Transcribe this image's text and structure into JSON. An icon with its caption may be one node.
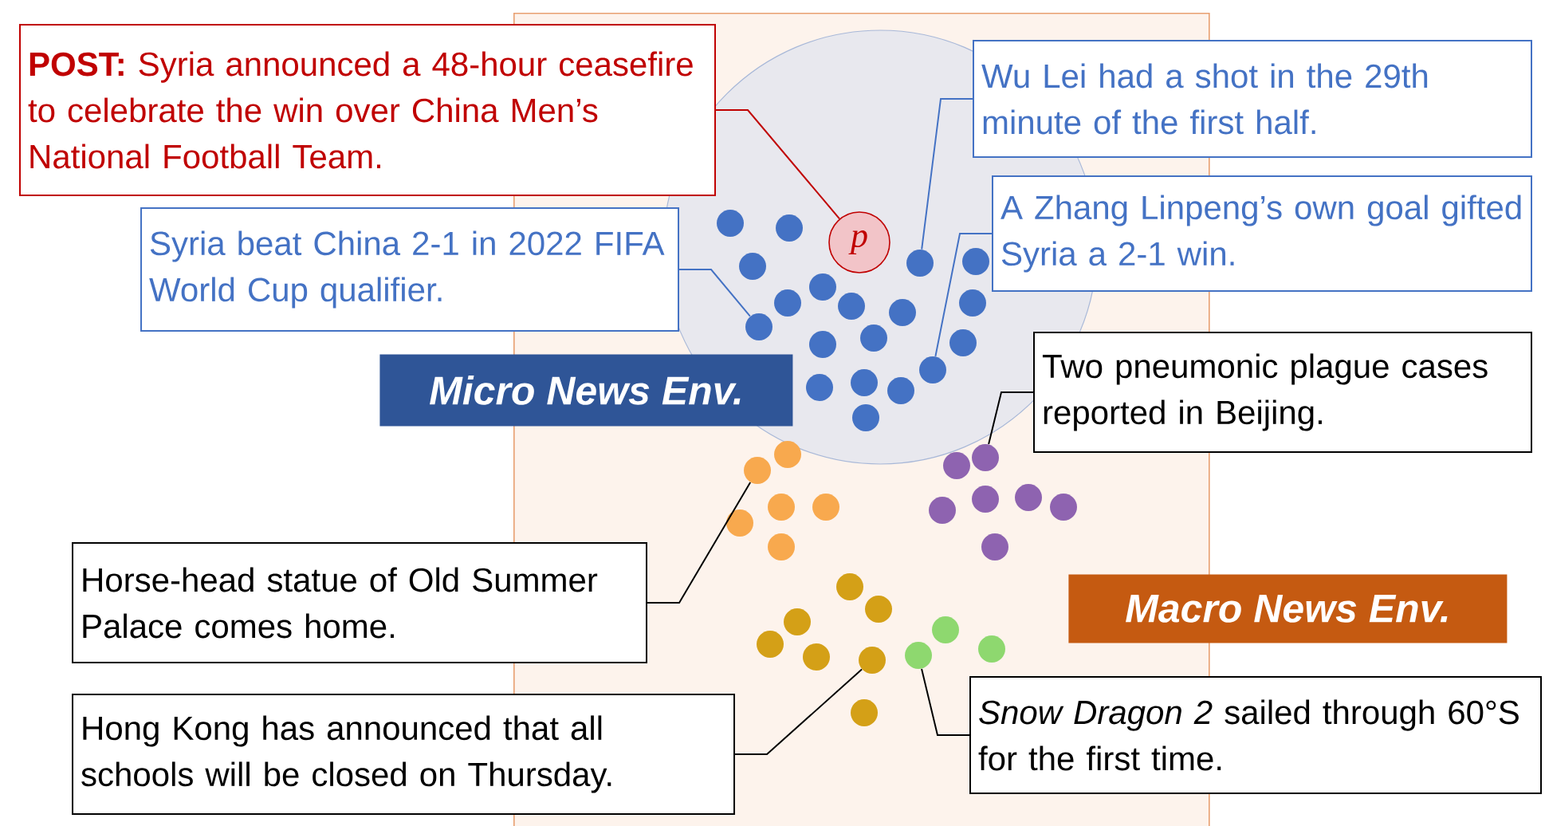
{
  "diagram": {
    "nodes": [
      {
        "text": [
          "Macro News Env."
        ]
      },
      {
        "text": [
          "Micro News Env."
        ],
        "in": 0
      },
      {
        "text": [
          "p"
        ],
        "in": 1
      },
      {
        "text": [
          "**POST:** Syria announced a 48-hour ceasefire to celebrate the win over China Men’s National Football Team."
        ]
      },
      {
        "text": [
          "Syria beat China 2-1 in 2022 FIFA World Cup qualifier."
        ]
      },
      {
        "text": [
          "Wu Lei had a shot in the 29th minute of the first half."
        ]
      },
      {
        "text": [
          "A Zhang Linpeng’s own goal gifted Syria a 2-1 win."
        ]
      },
      {
        "text": [
          "Two pneumonic plague cases reported in Beijing."
        ]
      },
      {
        "text": [
          "Horse-head statue of Old Summer Palace comes home."
        ]
      },
      {
        "text": [
          "Hong Kong has announced that all schools will be closed on Thursday."
        ]
      },
      {
        "text": [
          "*Snow Dragon 2* sailed through 60°S for the first time."
        ]
      },
      {
        "text": [],
        "shape": "circle",
        "in": 1
      },
      {
        "text": [],
        "shape": "circle",
        "in": 1
      },
      {
        "text": [],
        "shape": "circle",
        "in": 1
      },
      {
        "text": [],
        "shape": "circle",
        "in": 0
      },
      {
        "text": [],
        "shape": "circle",
        "in": 0
      },
      {
        "text": [],
        "shape": "circle",
        "in": 0
      },
      {
        "text": [],
        "shape": "circle",
        "in": 0
      },
      {
        "text": [],
        "shape": "circle",
        "in": 1
      },
      {
        "text": [],
        "shape": "circle",
        "in": 1
      },
      {
        "text": [],
        "shape": "circle",
        "in": 1
      },
      {
        "text": [],
        "shape": "circle",
        "in": 1
      },
      {
        "text": [],
        "shape": "circle",
        "in": 1
      },
      {
        "text": [],
        "shape": "circle",
        "in": 1
      },
      {
        "text": [],
        "shape": "circle",
        "in": 1
      },
      {
        "text": [],
        "shape": "circle",
        "in": 1
      },
      {
        "text": [],
        "shape": "circle",
        "in": 1
      },
      {
        "text": [],
        "shape": "circle",
        "in": 1
      },
      {
        "text": [],
        "shape": "circle",
        "in": 1
      },
      {
        "text": [],
        "shape": "circle",
        "in": 1
      },
      {
        "text": [],
        "shape": "circle",
        "in": 1
      },
      {
        "text": [],
        "shape": "circle",
        "in": 1
      },
      {
        "text": [],
        "shape": "circle",
        "in": 1
      },
      {
        "text": [],
        "shape": "circle",
        "in": 1
      },
      {
        "text": [],
        "shape": "circle",
        "in": 0
      },
      {
        "text": [],
        "shape": "circle",
        "in": 0
      },
      {
        "text": [],
        "shape": "circle",
        "in": 0
      },
      {
        "text": [],
        "shape": "circle",
        "in": 0
      },
      {
        "text": [],
        "shape": "circle",
        "in": 0
      },
      {
        "text": [],
        "shape": "circle",
        "in": 0
      },
      {
        "text": [],
        "shape": "circle",
        "in": 0
      },
      {
        "text": [],
        "shape": "circle",
        "in": 0
      },
      {
        "text": [],
        "shape": "circle",
        "in": 0
      },
      {
        "text": [],
        "shape": "circle",
        "in": 0
      },
      {
        "text": [],
        "shape": "circle",
        "in": 0
      },
      {
        "text": [],
        "shape": "circle",
        "in": 0
      },
      {
        "text": [],
        "shape": "circle",
        "in": 0
      },
      {
        "text": [],
        "shape": "circle",
        "in": 0
      },
      {
        "text": [],
        "shape": "circle",
        "in": 0
      },
      {
        "text": [],
        "shape": "circle",
        "in": 0
      },
      {
        "text": [],
        "shape": "circle",
        "in": 0
      },
      {
        "text": [],
        "shape": "circle",
        "in": 0
      },
      {
        "text": [],
        "shape": "circle",
        "in": 0
      }
    ],
    "edges": [
      {
        "from": 3,
        "to": 2,
        "arrow": "none",
        "color": "#c00000"
      },
      {
        "from": 4,
        "to": 11,
        "arrow": "none",
        "color": "#4472c4"
      },
      {
        "from": 5,
        "to": 12,
        "arrow": "none",
        "color": "#4472c4"
      },
      {
        "from": 6,
        "to": 13,
        "arrow": "none",
        "color": "#4472c4"
      },
      {
        "from": 7,
        "to": 14,
        "arrow": "none"
      },
      {
        "from": 8,
        "to": 15,
        "arrow": "none"
      },
      {
        "from": 9,
        "to": 16,
        "arrow": "none"
      },
      {
        "from": 10,
        "to": 17,
        "arrow": "none"
      }
    ]
  }
}
